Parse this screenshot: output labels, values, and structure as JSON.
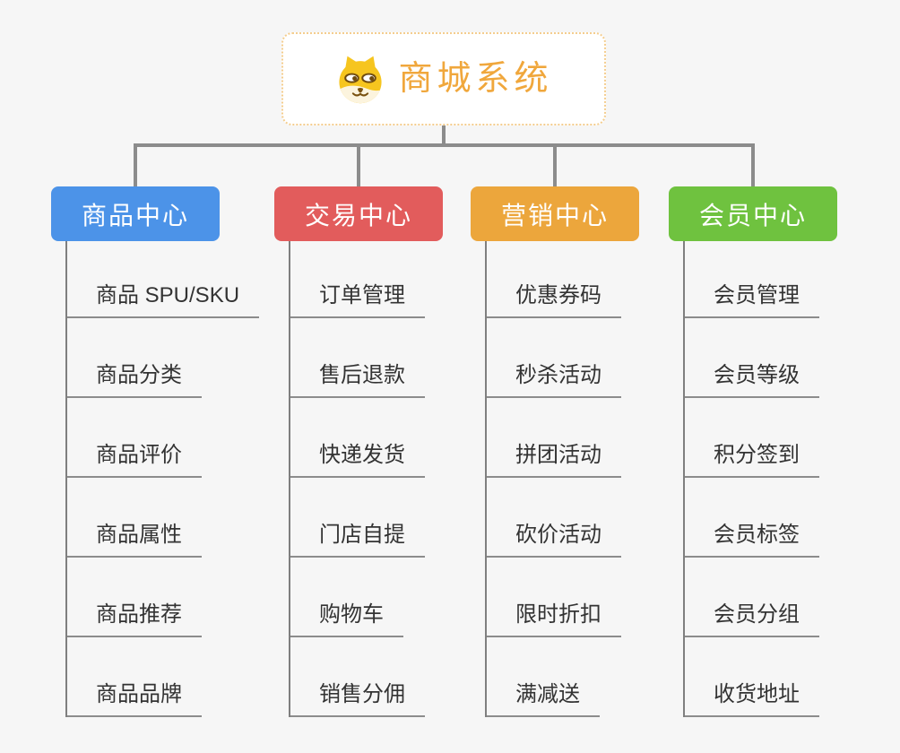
{
  "page": {
    "background_color": "#f6f6f6",
    "connector_color": "#8c8c8c"
  },
  "root": {
    "title": "商城系统",
    "icon": "doge-icon",
    "text_color": "#f0a73c",
    "border_color": "#f4cd8e"
  },
  "branches": [
    {
      "label": "商品中心",
      "color": "#4c93e8",
      "items": [
        "商品 SPU/SKU",
        "商品分类",
        "商品评价",
        "商品属性",
        "商品推荐",
        "商品品牌"
      ]
    },
    {
      "label": "交易中心",
      "color": "#e25c5c",
      "items": [
        "订单管理",
        "售后退款",
        "快递发货",
        "门店自提",
        "购物车",
        "销售分佣"
      ]
    },
    {
      "label": "营销中心",
      "color": "#eca63c",
      "items": [
        "优惠券码",
        "秒杀活动",
        "拼团活动",
        "砍价活动",
        "限时折扣",
        "满减送"
      ]
    },
    {
      "label": "会员中心",
      "color": "#6fc23f",
      "items": [
        "会员管理",
        "会员等级",
        "积分签到",
        "会员标签",
        "会员分组",
        "收货地址"
      ]
    }
  ]
}
